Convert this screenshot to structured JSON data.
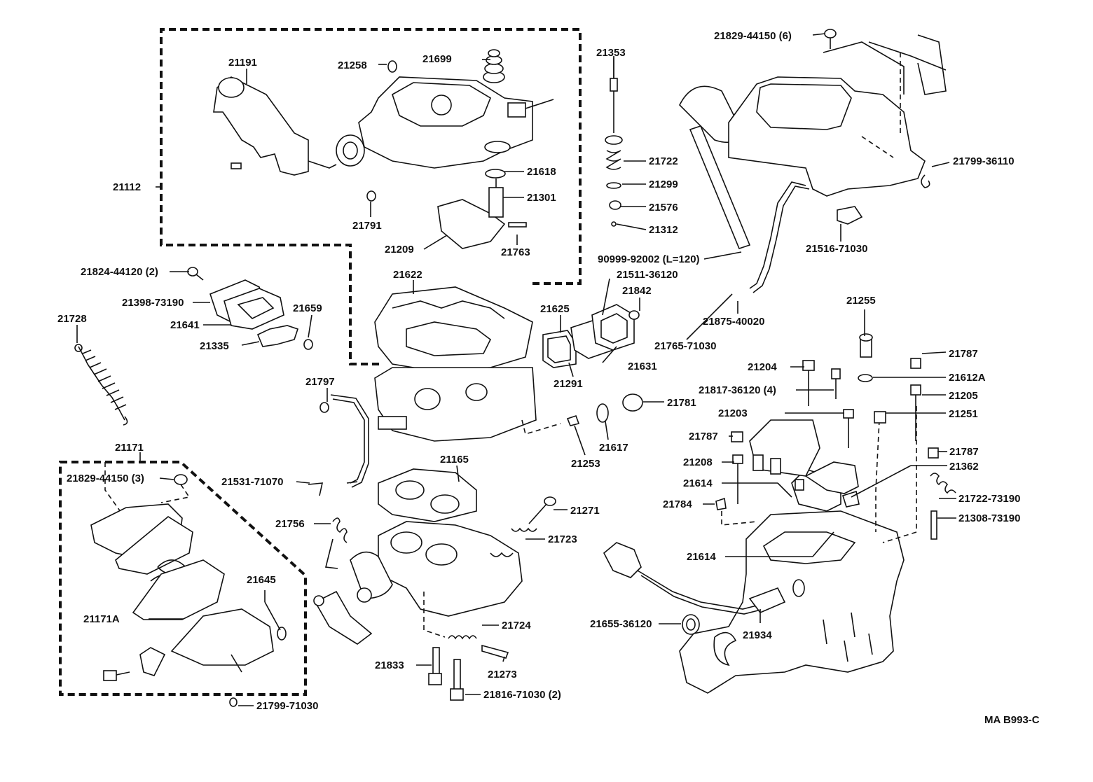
{
  "diagram": {
    "reference_code": "MA B993-C",
    "labels": {
      "p21191": "21191",
      "p21258": "21258",
      "p21699": "21699",
      "p21353": "21353",
      "p21829_top": "21829-44150 (6)",
      "p21112": "21112",
      "p21722": "21722",
      "p21618": "21618",
      "p21299": "21299",
      "p21301": "21301",
      "p21576": "21576",
      "p21791": "21791",
      "p21312": "21312",
      "p21209": "21209",
      "p21763": "21763",
      "p90999": "90999-92002 (L=120)",
      "p21799_36110": "21799-36110",
      "p21516": "21516-71030",
      "p21824": "21824-44120 (2)",
      "p21622": "21622",
      "p21511": "21511-36120",
      "p21398": "21398-73190",
      "p21842": "21842",
      "p21659": "21659",
      "p21625": "21625",
      "p21641": "21641",
      "p21875": "21875-40020",
      "p21255": "21255",
      "p21335": "21335",
      "p21765": "21765-71030",
      "p21728": "21728",
      "p21631": "21631",
      "p21787_a": "21787",
      "p21204": "21204",
      "p21612A": "21612A",
      "p21291": "21291",
      "p21797": "21797",
      "p21817": "21817-36120 (4)",
      "p21205": "21205",
      "p21781": "21781",
      "p21203": "21203",
      "p21251": "21251",
      "p21787_b": "21787",
      "p21617": "21617",
      "p21171": "21171",
      "p21253": "21253",
      "p21787_c": "21787",
      "p21165": "21165",
      "p21208": "21208",
      "p21362": "21362",
      "p21829_left": "21829-44150 (3)",
      "p21531": "21531-71070",
      "p21614_a": "21614",
      "p21722_73190": "21722-73190",
      "p21784": "21784",
      "p21271": "21271",
      "p21756": "21756",
      "p21308": "21308-73190",
      "p21723": "21723",
      "p21614_b": "21614",
      "p21645": "21645",
      "p21655": "21655-36120",
      "p21171A": "21171A",
      "p21724": "21724",
      "p21934": "21934",
      "p21833": "21833",
      "p21273": "21273",
      "p21816": "21816-71030 (2)",
      "p21799_71030": "21799-71030"
    }
  }
}
